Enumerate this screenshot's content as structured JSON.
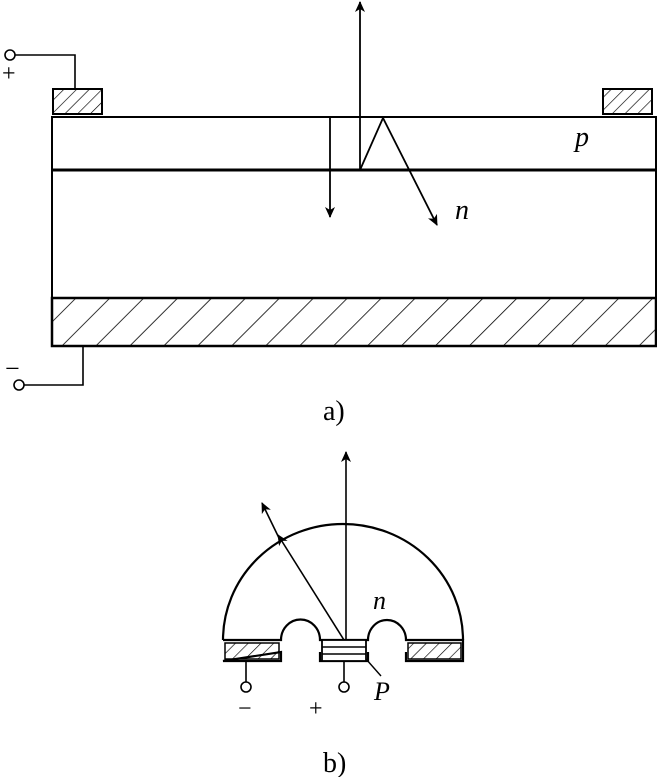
{
  "figure_a": {
    "caption": "a)",
    "p_label": "p",
    "n_label": "n",
    "plus_sign": "+",
    "minus_sign": "−"
  },
  "figure_b": {
    "caption": "b)",
    "n_label": "n",
    "p_label": "P",
    "minus_sign": "−",
    "plus_sign": "+"
  },
  "colors": {
    "stroke": "#000000",
    "background": "#ffffff"
  }
}
